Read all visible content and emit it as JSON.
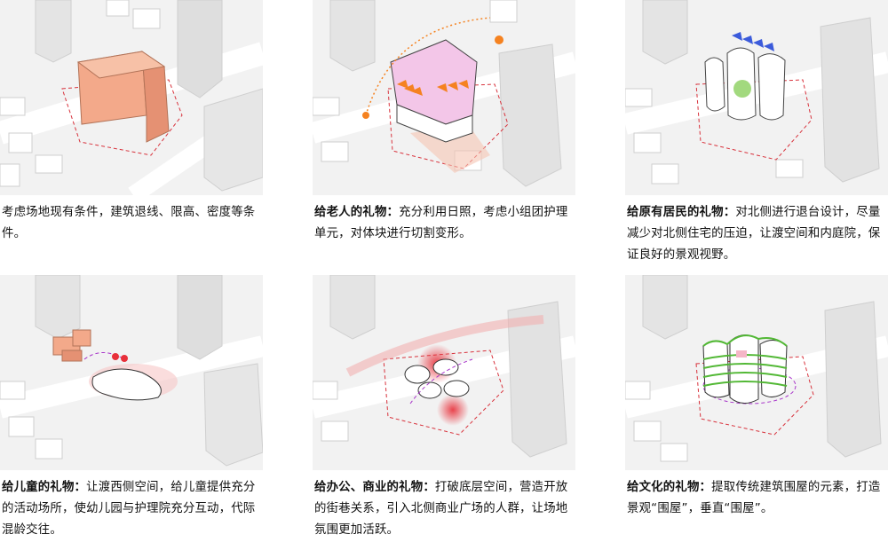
{
  "panels": [
    {
      "label": "",
      "text": "考虑场地现有条件，建筑退线、限高、密度等条件。"
    },
    {
      "label": "给老人的礼物：",
      "text": "充分利用日照，考虑小组团护理单元，对体块进行切割变形。"
    },
    {
      "label": "给原有居民的礼物：",
      "text": "对北侧进行退台设计，尽量减少对北侧住宅的压迫，让渡空间和内庭院，保证良好的景观视野。"
    },
    {
      "label": "给儿童的礼物：",
      "text": "让渡西侧空间，给儿童提供充分的活动场所，使幼儿园与护理院充分互动，代际混龄交往。"
    },
    {
      "label": "给办公、商业的礼物：",
      "text": "打破底层空间，营造开放的街巷关系，引入北侧商业广场的人群，让场地氛围更加活跃。"
    },
    {
      "label": "给文化的礼物：",
      "text": "提取传统建筑围屋的元素，打造景观“围屋”，垂直“围屋”。"
    }
  ],
  "colors": {
    "mass_orange": "#f3a98a",
    "arrow_orange": "#f58220",
    "arrow_blue": "#3b5bdb",
    "pink_mass": "#f3c6e8",
    "green": "#52b835",
    "heat_red": "#e8303a",
    "boundary_red": "#d8323c",
    "path_purple": "#a733c9"
  }
}
